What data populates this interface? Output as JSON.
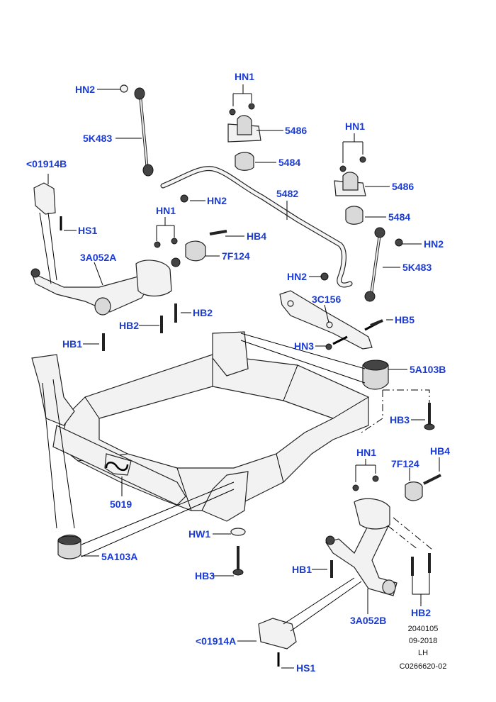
{
  "labels": {
    "HN2_a": "HN2",
    "HN1_a": "HN1",
    "5486_a": "5486",
    "5K483_a": "5K483",
    "5484_a": "5484",
    "HN1_b": "HN1",
    "01914B": "<01914B",
    "5486_b": "5486",
    "HN2_b": "HN2",
    "5482": "5482",
    "5484_b": "5484",
    "HN1_c": "HN1",
    "HS1_a": "HS1",
    "HB4_a": "HB4",
    "HN2_c": "HN2",
    "3A052A": "3A052A",
    "7F124_a": "7F124",
    "5K483_b": "5K483",
    "HN2_d": "HN2",
    "3C156": "3C156",
    "HB2_a": "HB2",
    "HB2_b": "HB2",
    "HB5": "HB5",
    "HB1_a": "HB1",
    "HN3": "HN3",
    "5A103B": "5A103B",
    "HB3_a": "HB3",
    "HN1_d": "HN1",
    "HB4_b": "HB4",
    "7F124_b": "7F124",
    "5019": "5019",
    "HW1": "HW1",
    "5A103A": "5A103A",
    "HB3_b": "HB3",
    "HB1_b": "HB1",
    "HB2_c": "HB2",
    "3A052B": "3A052B",
    "01914A": "<01914A",
    "HS1_b": "HS1"
  },
  "footer": {
    "code1": "2040105",
    "date": "09-2018",
    "side": "LH",
    "code2": "C0266620-02"
  },
  "colors": {
    "label": "#1a3bd6",
    "line": "#000000"
  }
}
